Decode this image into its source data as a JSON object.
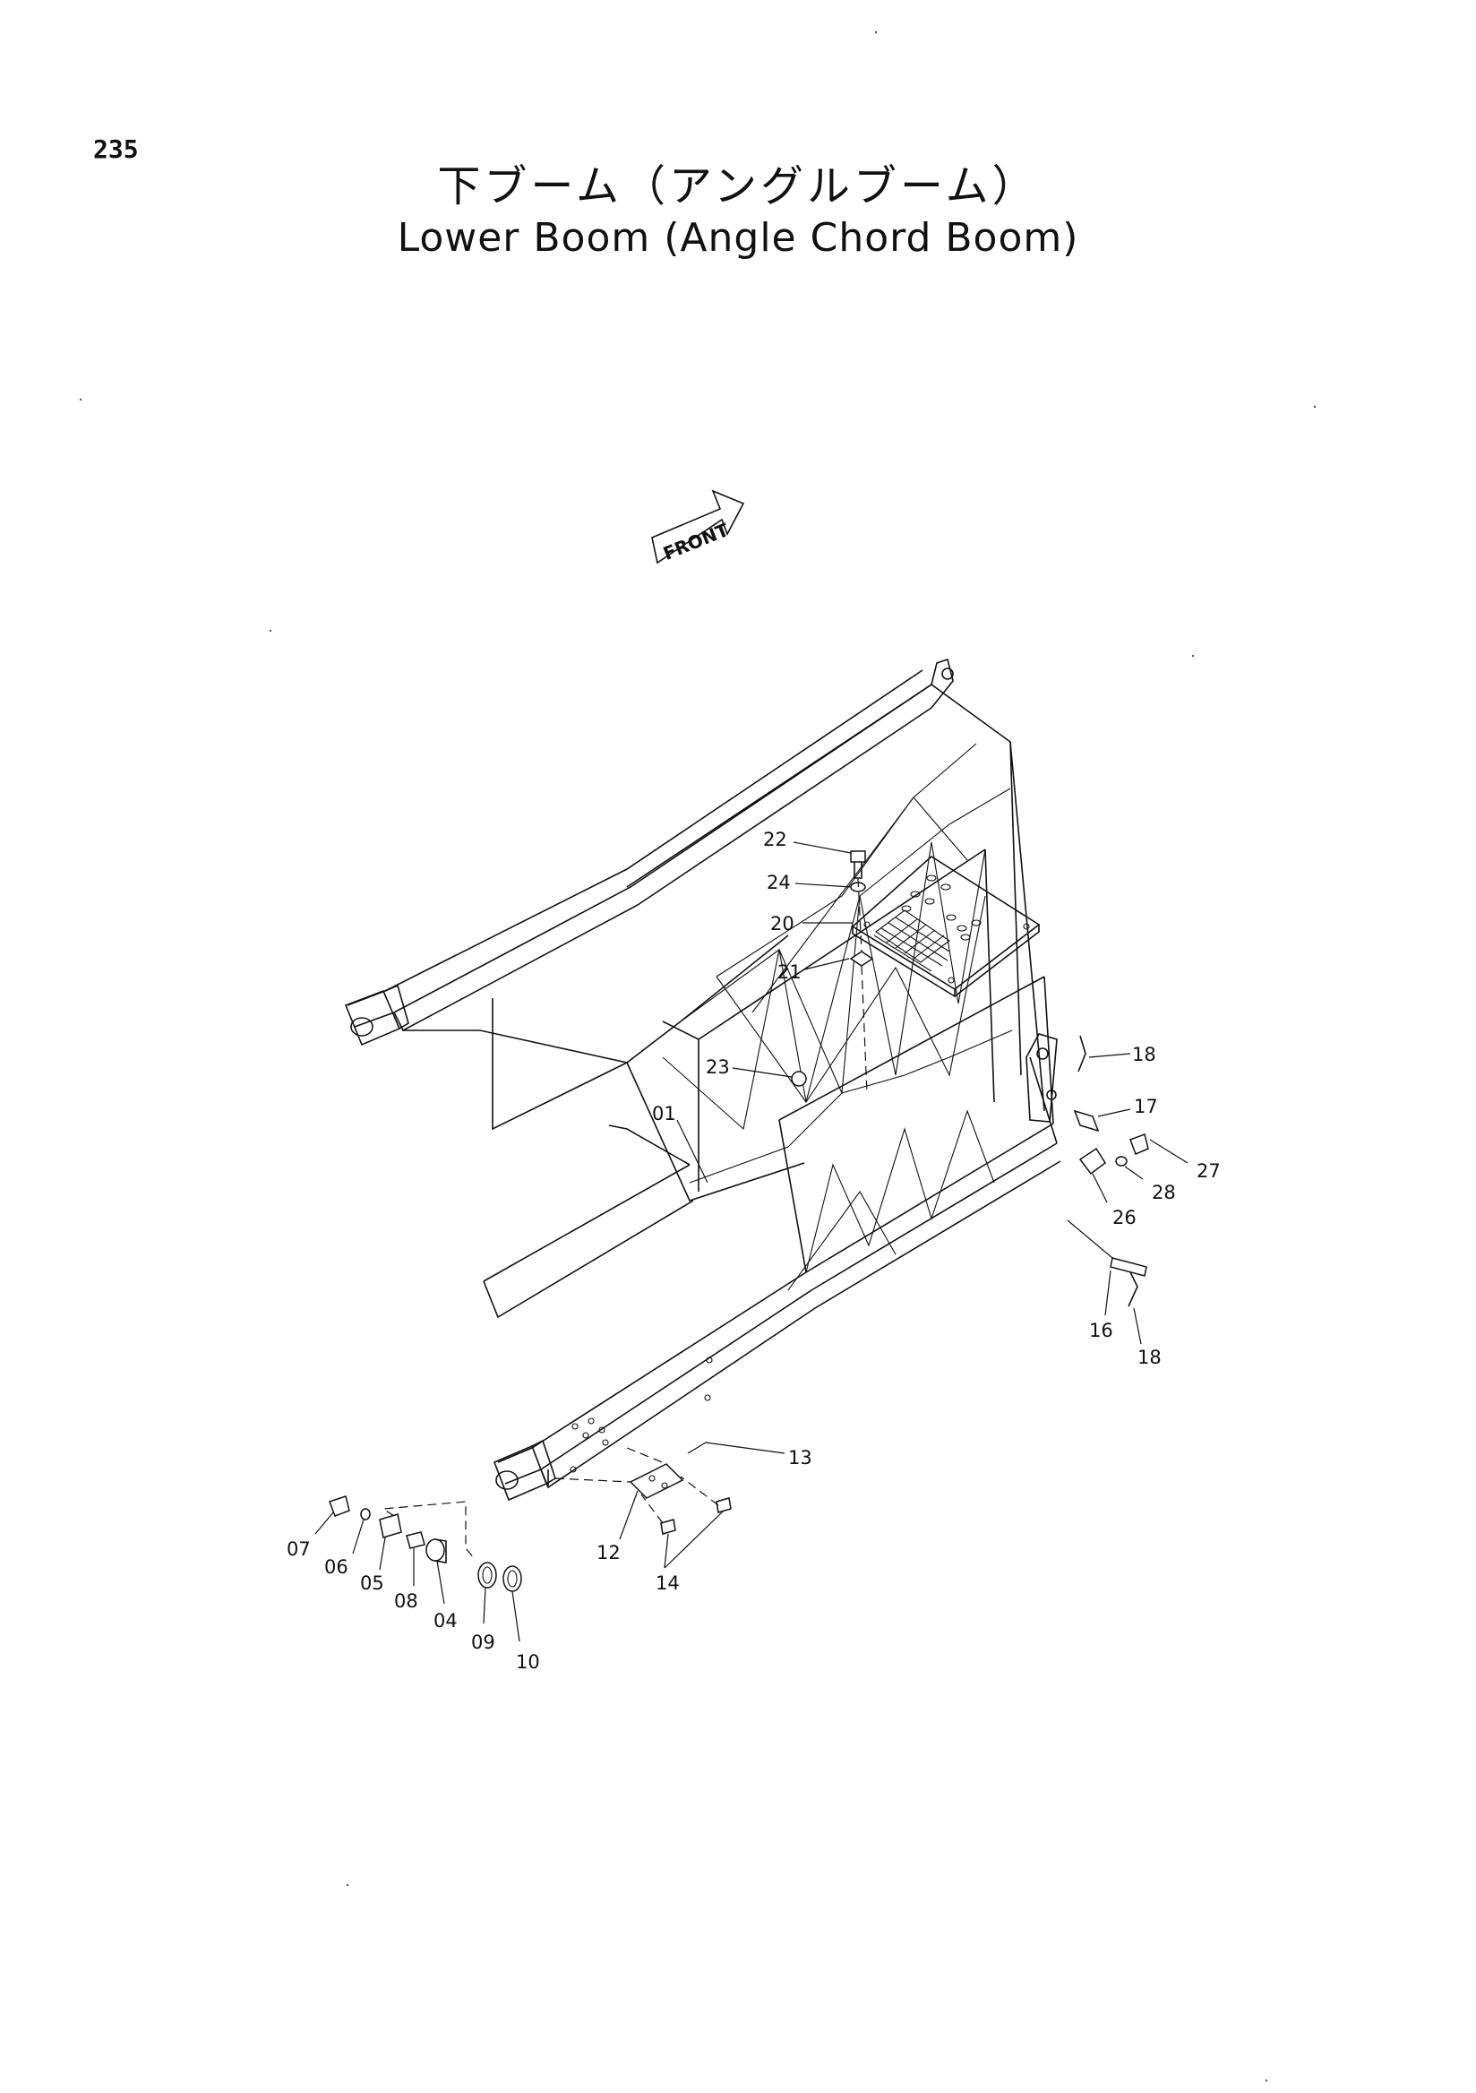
{
  "page": {
    "number": "235",
    "title_jp": "下ブーム（アングルブーム）",
    "title_en": "Lower Boom (Angle Chord Boom)"
  },
  "diagram": {
    "front_marker": "FRONT",
    "part_labels": {
      "p01": "01",
      "p04": "04",
      "p05": "05",
      "p06": "06",
      "p07": "07",
      "p08": "08",
      "p09": "09",
      "p10": "10",
      "p12": "12",
      "p13": "13",
      "p14": "14",
      "p16": "16",
      "p17": "17",
      "p18a": "18",
      "p18b": "18",
      "p20": "20",
      "p21": "21",
      "p22": "22",
      "p23": "23",
      "p24": "24",
      "p26": "26",
      "p27": "27",
      "p28": "28"
    }
  }
}
